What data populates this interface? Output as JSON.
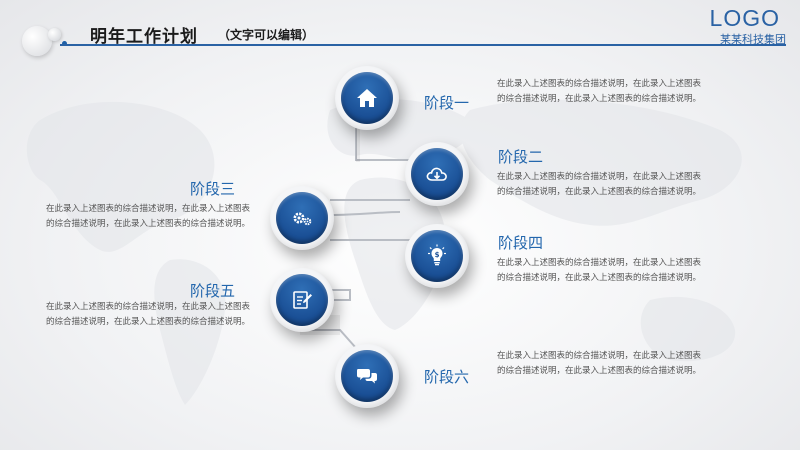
{
  "header": {
    "title": "明年工作计划",
    "subtitle": "（文字可以编辑）",
    "logo": "LOGO",
    "company": "某某科技集团"
  },
  "stages": [
    {
      "label": "阶段一",
      "icon": "home-icon",
      "text": "在此录入上述图表的综合描述说明，在此录入上述图表的综合描述说明，在此录入上述图表的综合描述说明。"
    },
    {
      "label": "阶段二",
      "icon": "cloud-download-icon",
      "text": "在此录入上述图表的综合描述说明，在此录入上述图表的综合描述说明，在此录入上述图表的综合描述说明。"
    },
    {
      "label": "阶段三",
      "icon": "gears-icon",
      "text": "在此录入上述图表的综合描述说明，在此录入上述图表的综合描述说明，在此录入上述图表的综合描述说明。"
    },
    {
      "label": "阶段四",
      "icon": "lightbulb-dollar-icon",
      "text": "在此录入上述图表的综合描述说明，在此录入上述图表的综合描述说明，在此录入上述图表的综合描述说明。"
    },
    {
      "label": "阶段五",
      "icon": "edit-document-icon",
      "text": "在此录入上述图表的综合描述说明，在此录入上述图表的综合描述说明，在此录入上述图表的综合描述说明。"
    },
    {
      "label": "阶段六",
      "icon": "chat-bubbles-icon",
      "text": "在此录入上述图表的综合描述说明，在此录入上述图表的综合描述说明，在此录入上述图表的综合描述说明。"
    }
  ],
  "colors": {
    "accent": "#1d5aa0",
    "label": "#2467ad",
    "line": "#2a62a4"
  }
}
